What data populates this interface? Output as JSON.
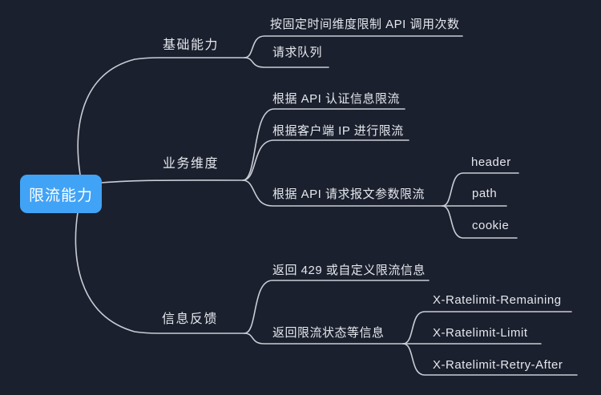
{
  "theme": {
    "background": "#1b202e",
    "accent": "#41a3f6",
    "line_color": "#c9cdd6",
    "text_color": "#e4e7ed",
    "root_text_color": "#ffffff"
  },
  "mindmap": {
    "root": {
      "label": "限流能力"
    },
    "branches": [
      {
        "label": "基础能力",
        "children": [
          {
            "label": "按固定时间维度限制 API 调用次数"
          },
          {
            "label": "请求队列"
          }
        ]
      },
      {
        "label": "业务维度",
        "children": [
          {
            "label": "根据 API 认证信息限流"
          },
          {
            "label": "根据客户端 IP 进行限流"
          },
          {
            "label": "根据 API 请求报文参数限流",
            "children": [
              {
                "label": "header"
              },
              {
                "label": "path"
              },
              {
                "label": "cookie"
              }
            ]
          }
        ]
      },
      {
        "label": "信息反馈",
        "children": [
          {
            "label": "返回 429 或自定义限流信息"
          },
          {
            "label": "返回限流状态等信息",
            "children": [
              {
                "label": "X-Ratelimit-Remaining"
              },
              {
                "label": "X-Ratelimit-Limit"
              },
              {
                "label": "X-Ratelimit-Retry-After"
              }
            ]
          }
        ]
      }
    ]
  }
}
